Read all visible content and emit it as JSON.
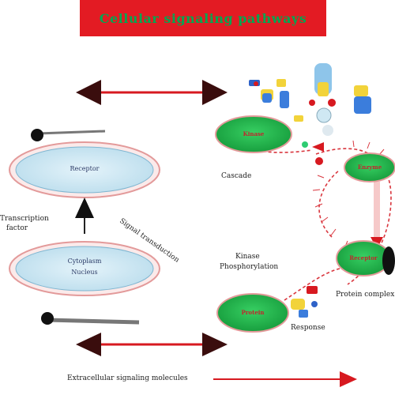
{
  "title": "Cellular signaling pathways",
  "labels": {
    "top_oval": "Receptor",
    "bottom_oval_line1": "Cytoplasm",
    "bottom_oval_line2": "Nucleus",
    "left_side": "Transcription",
    "left_side_line2": "factor",
    "diagonal_text": "Signal transduction",
    "center_upper": "Cascade",
    "center_middle_line1": "Kinase",
    "center_middle_line2": "Phosphorylation",
    "right_cluster_caption": "Protein complex",
    "lower_right_caption": "Response",
    "bottom_caption": "Extracellular signaling molecules"
  },
  "green_nodes": {
    "node1": "Kinase",
    "node2": "Enzyme",
    "node3": "Receptor",
    "node4": "Protein"
  },
  "colors": {
    "banner": "#e31b23",
    "title_text": "#00a651",
    "arrow_red": "#d71920",
    "arrow_dark": "#3a0d0d",
    "oval_fill": "#cfe8f3",
    "oval_ring": "#e39a9a",
    "node_green": "#1fb84a",
    "dashed_red": "#d9363e"
  }
}
